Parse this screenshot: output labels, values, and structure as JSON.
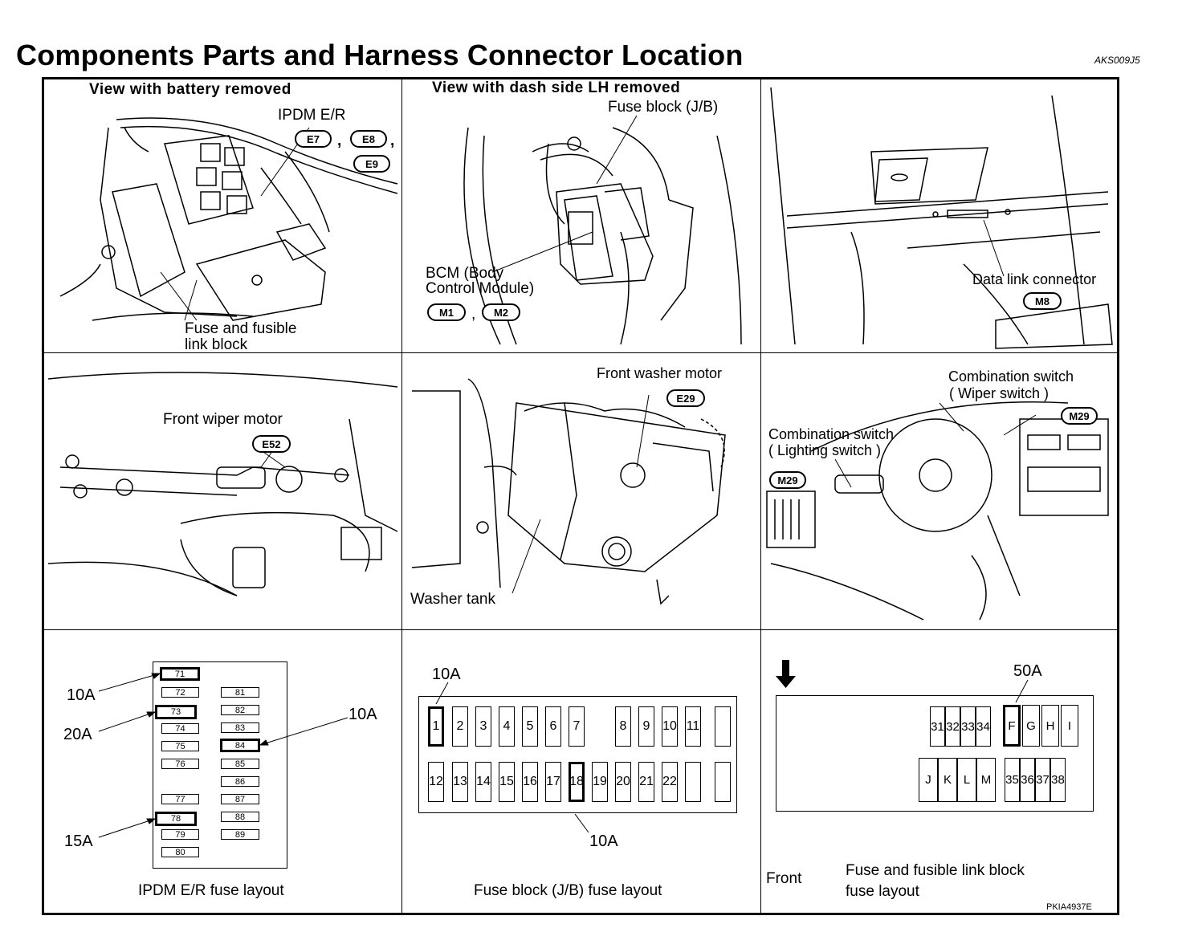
{
  "title": "Components Parts and Harness Connector Location",
  "ref_code_top": "AKS009J5",
  "ref_code_bottom": "PKIA4937E",
  "panels": {
    "battery": {
      "heading": "View with battery removed",
      "ipdm_label": "IPDM E/R",
      "connectors": [
        "E7",
        "E8",
        "E9"
      ],
      "comma1": ",",
      "comma2": ",",
      "fuse_label_1": "Fuse and fusible",
      "fuse_label_2": "link block"
    },
    "dash": {
      "heading": "View with dash side LH removed",
      "fuse_block_label": "Fuse block (J/B)",
      "bcm_label_1": "BCM (Body",
      "bcm_label_2": "Control Module)",
      "connectors": [
        "M1",
        "M2"
      ],
      "comma": ","
    },
    "dlc": {
      "label": "Data link connector",
      "connector": "M8"
    },
    "wiper": {
      "label": "Front wiper motor",
      "connector": "E52"
    },
    "washer": {
      "motor_label": "Front washer motor",
      "connector": "E29",
      "tank_label": "Washer tank"
    },
    "combo": {
      "wiper_label_1": "Combination switch",
      "wiper_label_2": "( Wiper switch )",
      "wiper_connector": "M29",
      "light_label_1": "Combination switch",
      "light_label_2": "( Lighting switch )",
      "light_connector": "M29"
    },
    "ipdm_fuses": {
      "caption": "IPDM E/R fuse layout",
      "left_col": [
        "71",
        "72",
        "73",
        "74",
        "75",
        "76",
        "",
        "",
        "77",
        "78",
        "79",
        "80"
      ],
      "right_col": [
        "81",
        "82",
        "83",
        "84",
        "85",
        "86",
        "87",
        "88",
        "89"
      ],
      "callouts": [
        "10A",
        "20A",
        "10A",
        "15A"
      ]
    },
    "jb_fuses": {
      "caption": "Fuse block (J/B) fuse layout",
      "top_row": [
        "1",
        "2",
        "3",
        "4",
        "5",
        "6",
        "7",
        "",
        "8",
        "9",
        "10",
        "11",
        ""
      ],
      "bottom_row": [
        "12",
        "13",
        "14",
        "15",
        "16",
        "17",
        "18",
        "19",
        "20",
        "21",
        "22",
        "",
        ""
      ],
      "callout_top": "10A",
      "callout_bottom": "10A"
    },
    "fusible": {
      "caption_1": "Fuse and fusible link block",
      "caption_2": "fuse layout",
      "front_label": "Front",
      "top_small": [
        "31",
        "32",
        "33",
        "34"
      ],
      "top_large": [
        "F",
        "G",
        "H",
        "I"
      ],
      "bottom_large": [
        "J",
        "K",
        "L",
        "M"
      ],
      "bottom_small": [
        "35",
        "36",
        "37",
        "38"
      ],
      "callout": "50A"
    }
  }
}
